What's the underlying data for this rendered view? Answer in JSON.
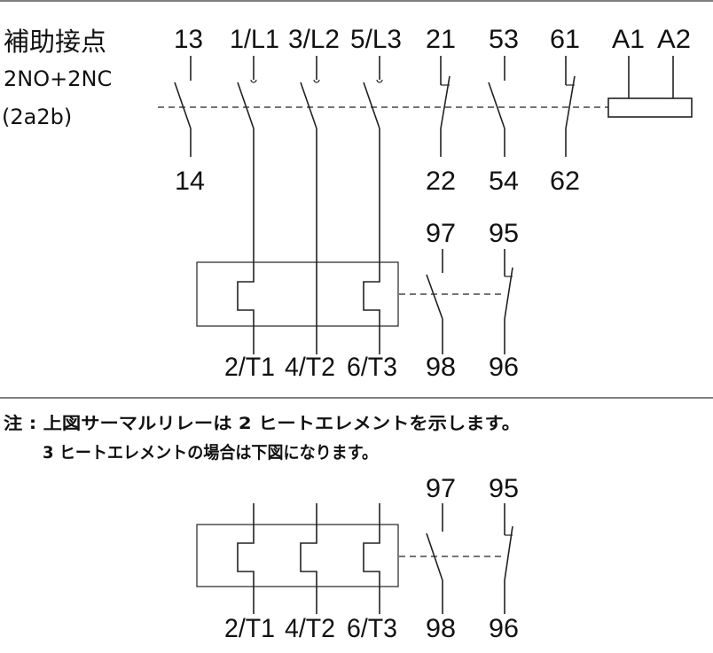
{
  "top_diagram": {
    "aux_title": "補助接点",
    "aux_config": "2NO+2NC",
    "aux_config_jp": "(2a2b)",
    "terminals_top": {
      "t13": "13",
      "l1": "1/L1",
      "l2": "3/L2",
      "l3": "5/L3",
      "t21": "21",
      "t53": "53",
      "t61": "61",
      "a1": "A1",
      "a2": "A2"
    },
    "terminals_mid": {
      "t14": "14",
      "t22": "22",
      "t54": "54",
      "t62": "62"
    },
    "overload_contacts": {
      "t97": "97",
      "t95": "95",
      "t98": "98",
      "t96": "96"
    },
    "terminals_bottom": {
      "t1": "2/T1",
      "t2": "4/T2",
      "t3": "6/T3"
    }
  },
  "note": {
    "line1": "注 : 上図サーマルリレーは 2 ヒートエレメントを示します。",
    "line2": "3 ヒートエレメントの場合は下図になります。"
  },
  "bottom_diagram": {
    "t97": "97",
    "t95": "95",
    "t98": "98",
    "t96": "96",
    "t1": "2/T1",
    "t2": "4/T2",
    "t3": "6/T3"
  }
}
